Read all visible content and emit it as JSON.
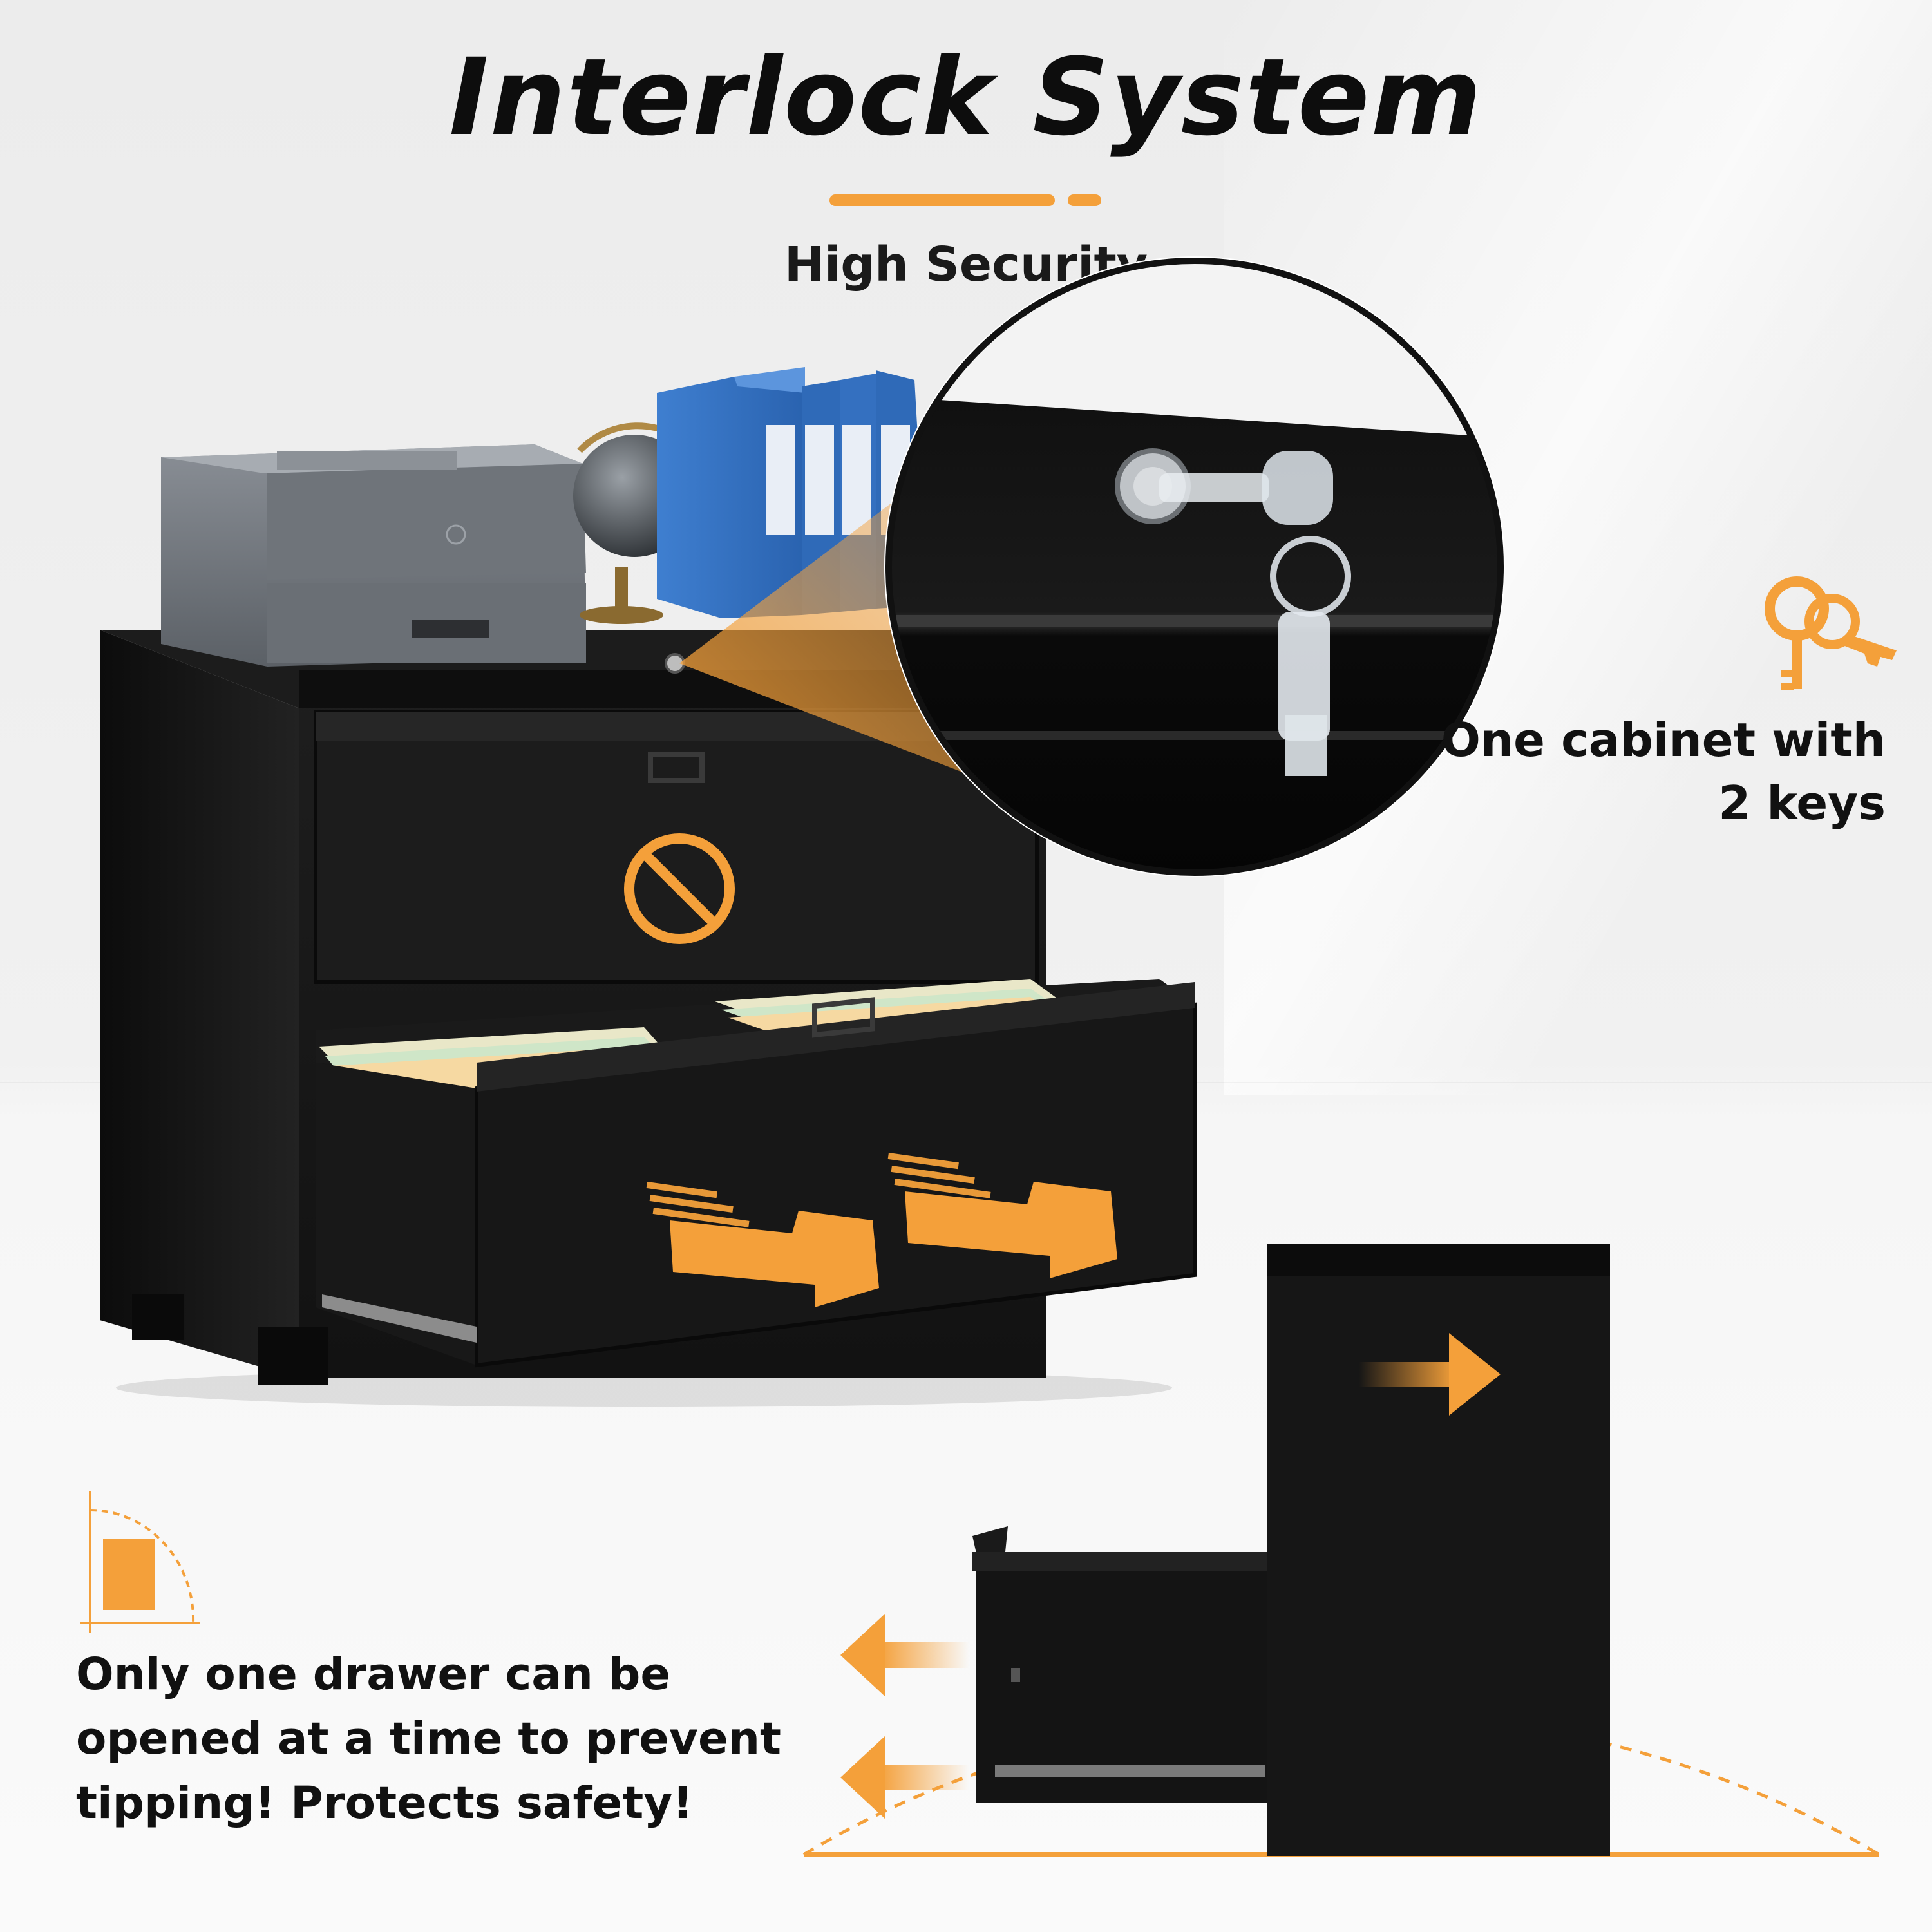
{
  "header": {
    "title": "Interlock System",
    "subtitle": "High Security"
  },
  "keys_feature": {
    "icon": "keys-icon",
    "line1": "One cabinet with",
    "line2": "2 keys"
  },
  "interlock_feature": {
    "icon": "corner-square-icon",
    "line1": "Only one drawer can be",
    "line2": "opened at a time to prevent",
    "line3": "tipping! Protects safety!"
  },
  "colors": {
    "accent": "#f4a03a",
    "cabinet": "#141414",
    "background": "#eeeeee"
  }
}
